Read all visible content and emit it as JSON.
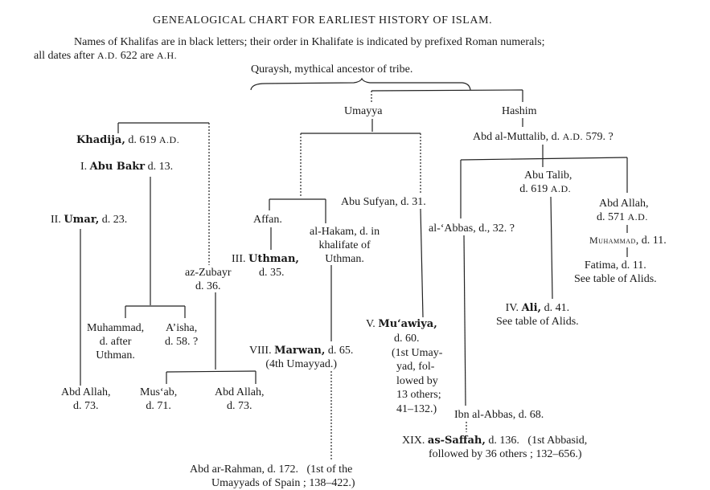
{
  "title": "GENEALOGICAL CHART FOR EARLIEST HISTORY OF ISLAM.",
  "subtitle": {
    "line1": "Names of Khalifas are in black letters; their order in Khalifate is indicated by prefixed Roman numerals;",
    "line2a": "all dates after ",
    "ad": "A.D.",
    "line2b": " 622 are ",
    "ah": "A.H."
  },
  "nodes": {
    "quraysh": "Quraysh, mythical ancestor of tribe.",
    "umayya": "Umayya",
    "hashim": "Hashim",
    "muttalib": {
      "a": "Abd al-Muttalib, d. ",
      "ad": "A.D.",
      "b": " 579. ?"
    },
    "khadija": {
      "name": "Khadija,",
      "a": " d. 619 ",
      "ad": "A.D."
    },
    "abubakr": {
      "num": "I. ",
      "name": "Abu Bakr",
      "a": " d. 13."
    },
    "abutalib": {
      "l1": "Abu Talib,",
      "l2": "d. 619 ",
      "ad": "A.D."
    },
    "abusufyan": "Abu Sufyan, d. 31.",
    "abdallah_father": {
      "l1": "Abd Allah,",
      "l2": "d. 571 ",
      "ad": "A.D."
    },
    "umar": {
      "num": "II. ",
      "name": "Umar,",
      "a": " d. 23."
    },
    "affan": "Affan.",
    "hakam": {
      "l1": "al-Hakam, d. in",
      "l2": "khalifate of",
      "l3": "Uthman."
    },
    "abbas": "al-‘Abbas, d., 32. ?",
    "muhammad": {
      "name": "Muhammad",
      "a": ", d. 11."
    },
    "uthman": {
      "num": "III. ",
      "name": "Uthman,",
      "l2": "d. 35."
    },
    "zubayr": {
      "l1": "az-Zubayr",
      "l2": "d. 36."
    },
    "fatima": {
      "l1": "Fatima, d. 11.",
      "l2": "See table of Alids."
    },
    "ali": {
      "num": "IV. ",
      "name": "Ali,",
      "a": " d. 41.",
      "l2": "See table of Alids."
    },
    "muhammad_ab": {
      "l1": "Muhammad,",
      "l2": "d. after",
      "l3": "Uthman."
    },
    "aisha": {
      "l1": "A’isha,",
      "l2": "d. 58. ?"
    },
    "muawiya": {
      "num": "V. ",
      "name": "Mu‘awiya,",
      "l2": "d. 60.",
      "l3": "(1st Umay-",
      "l4": "yad, fol-",
      "l5": "lowed by",
      "l6": "13 others;",
      "l7": "41–132.)"
    },
    "marwan": {
      "num": "VIII. ",
      "name": "Marwan,",
      "a": " d. 65.",
      "l2": "(4th Umayyad.)"
    },
    "abdallah_umar": {
      "l1": "Abd Allah,",
      "l2": "d. 73."
    },
    "musab": {
      "l1": "Mus‘ab,",
      "l2": "d. 71."
    },
    "abdallah_zubayr": {
      "l1": "Abd Allah,",
      "l2": "d. 73."
    },
    "ibnabbas": "Ibn al-Abbas, d. 68.",
    "saffah": {
      "num": "XIX. ",
      "name": "as-Saffah,",
      "a": " d. 136.   (1st Abbasid,",
      "l2": "followed by 36 others ; 132–656.)"
    },
    "rahman": {
      "l1": "Abd ar-Rahman, d. 172.   (1st of the",
      "l2": "Umayyads of Spain ; 138–422.)"
    }
  }
}
